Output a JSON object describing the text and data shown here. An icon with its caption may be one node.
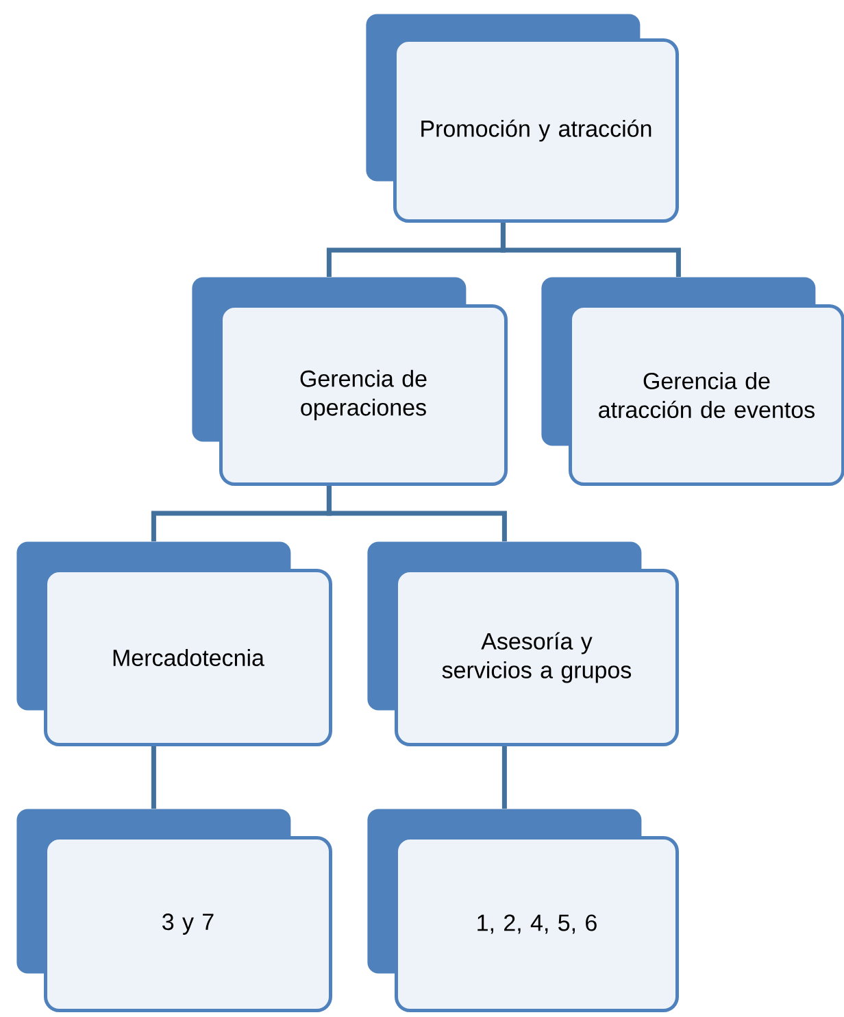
{
  "diagram": {
    "nodes": [
      {
        "text": [
          "Promoción y atracción"
        ]
      },
      {
        "text": [
          "Gerencia de operaciones"
        ]
      },
      {
        "text": [
          "Gerencia de atracción de eventos"
        ]
      },
      {
        "text": [
          "Mercadotecnia"
        ]
      },
      {
        "text": [
          "Asesoría y servicios a grupos"
        ]
      },
      {
        "text": [
          "3 y 7"
        ]
      },
      {
        "text": [
          "1, 2, 4, 5, 6"
        ]
      }
    ],
    "edges": [
      {
        "from": 0,
        "to": 1,
        "arrow": "none"
      },
      {
        "from": 0,
        "to": 2,
        "arrow": "none"
      },
      {
        "from": 1,
        "to": 3,
        "arrow": "none"
      },
      {
        "from": 1,
        "to": 4,
        "arrow": "none"
      },
      {
        "from": 3,
        "to": 5,
        "arrow": "none"
      },
      {
        "from": 4,
        "to": 6,
        "arrow": "none"
      }
    ]
  }
}
